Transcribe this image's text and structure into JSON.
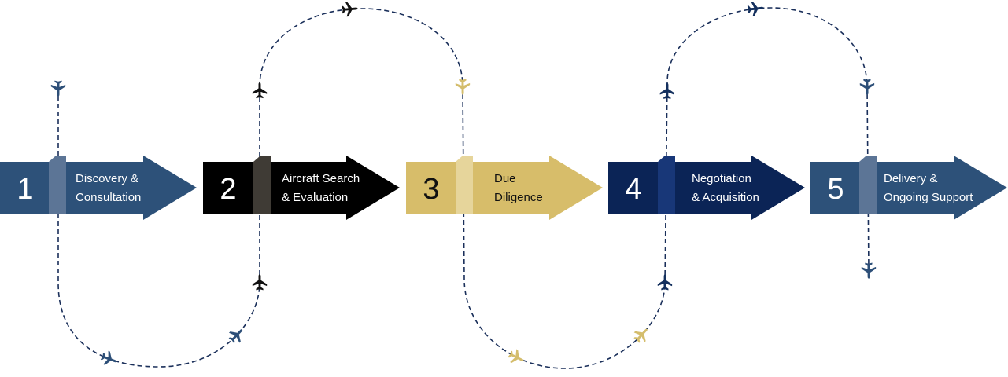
{
  "colors": {
    "path": "#1a2f5a",
    "plane_slate": "#2d4f78",
    "plane_black": "#111111",
    "plane_gold": "#d4bd6c",
    "plane_navy": "#14305e"
  },
  "steps": [
    {
      "number": "1",
      "label_line1": "Discovery &",
      "label_line2": "Consultation",
      "color": "#2d5179",
      "band_color": "#5c7596",
      "text_color": "#ffffff"
    },
    {
      "number": "2",
      "label_line1": "Aircraft Search",
      "label_line2": "& Evaluation",
      "color": "#000000",
      "band_color": "#3f3b35",
      "text_color": "#ffffff"
    },
    {
      "number": "3",
      "label_line1": "Due",
      "label_line2": "Diligence",
      "color": "#d7bd6a",
      "band_color": "#e6d59b",
      "text_color": "#111111"
    },
    {
      "number": "4",
      "label_line1": "Negotiation",
      "label_line2": "& Acquisition",
      "color": "#0b2456",
      "band_color": "#183778",
      "text_color": "#ffffff"
    },
    {
      "number": "5",
      "label_line1": "Delivery &",
      "label_line2": "Ongoing Support",
      "color": "#2d5179",
      "band_color": "#5c7596",
      "text_color": "#ffffff"
    }
  ],
  "icons": {
    "plane": "airplane-icon"
  }
}
